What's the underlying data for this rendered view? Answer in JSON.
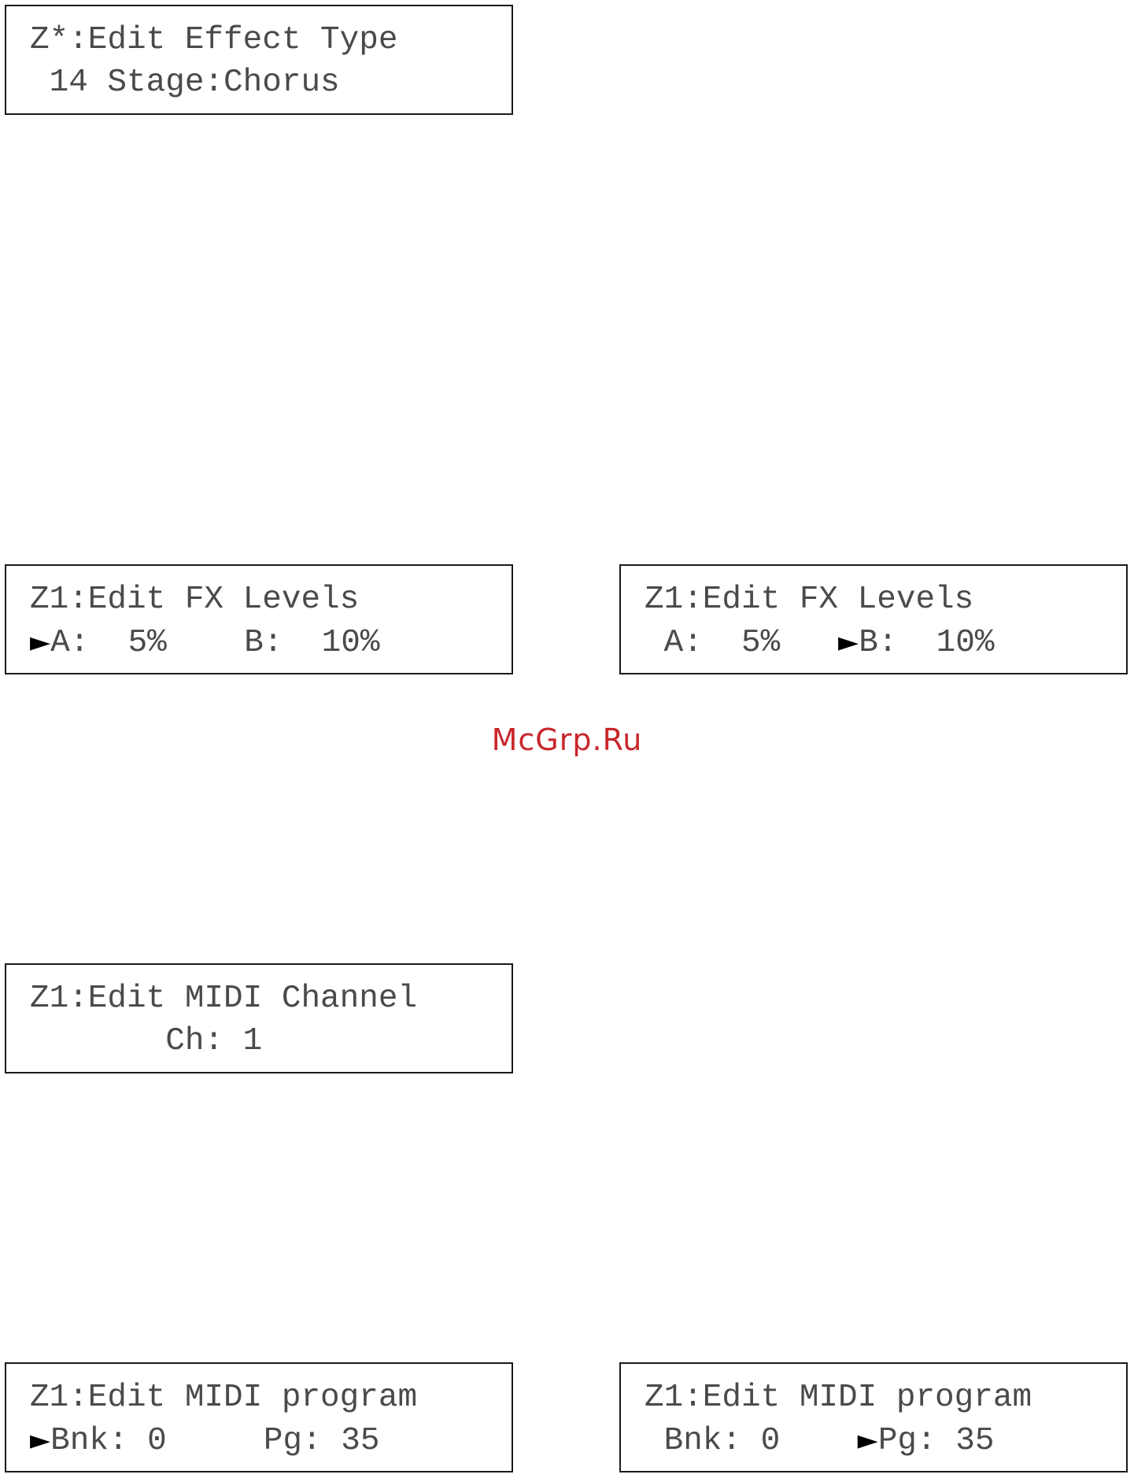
{
  "effect_type": {
    "line1": "Z*:Edit Effect Type",
    "line2": " 14 Stage:Chorus"
  },
  "fx_levels_a": {
    "line1": "Z1:Edit FX Levels",
    "cursor": "►",
    "a_text": "A:  5%",
    "gap": "    ",
    "b_text": "B:  10%"
  },
  "fx_levels_b": {
    "line1": "Z1:Edit FX Levels",
    "a_text": " A:  5%",
    "gap": "   ",
    "cursor": "►",
    "b_text": "B:  10%"
  },
  "midi_channel": {
    "line1": "Z1:Edit MIDI Channel",
    "line2": "       Ch: 1"
  },
  "midi_program_bank": {
    "line1": "Z1:Edit MIDI program",
    "cursor": "►",
    "bank_text": "Bnk: 0",
    "gap": "     ",
    "pg_text": "Pg: 35"
  },
  "midi_program_pg": {
    "line1": "Z1:Edit MIDI program",
    "bank_text": " Bnk: 0",
    "gap": "    ",
    "cursor": "►",
    "pg_text": "Pg: 35"
  },
  "watermark": "McGrp.Ru"
}
